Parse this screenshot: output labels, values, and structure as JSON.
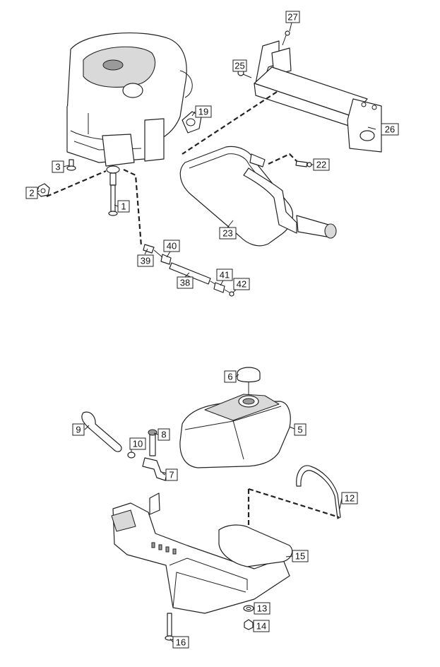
{
  "callouts": [
    {
      "id": "c27",
      "label": "27"
    },
    {
      "id": "c25",
      "label": "25"
    },
    {
      "id": "c19",
      "label": "19"
    },
    {
      "id": "c26",
      "label": "26"
    },
    {
      "id": "c3",
      "label": "3"
    },
    {
      "id": "c22",
      "label": "22"
    },
    {
      "id": "c2",
      "label": "2"
    },
    {
      "id": "c1",
      "label": "1"
    },
    {
      "id": "c23",
      "label": "23"
    },
    {
      "id": "c40",
      "label": "40"
    },
    {
      "id": "c39",
      "label": "39"
    },
    {
      "id": "c41",
      "label": "41"
    },
    {
      "id": "c38",
      "label": "38"
    },
    {
      "id": "c42",
      "label": "42"
    },
    {
      "id": "c6",
      "label": "6"
    },
    {
      "id": "c9",
      "label": "9"
    },
    {
      "id": "c8",
      "label": "8"
    },
    {
      "id": "c5",
      "label": "5"
    },
    {
      "id": "c10",
      "label": "10"
    },
    {
      "id": "c7",
      "label": "7"
    },
    {
      "id": "c12",
      "label": "12"
    },
    {
      "id": "c15",
      "label": "15"
    },
    {
      "id": "c13",
      "label": "13"
    },
    {
      "id": "c14",
      "label": "14"
    },
    {
      "id": "c16",
      "label": "16"
    }
  ]
}
